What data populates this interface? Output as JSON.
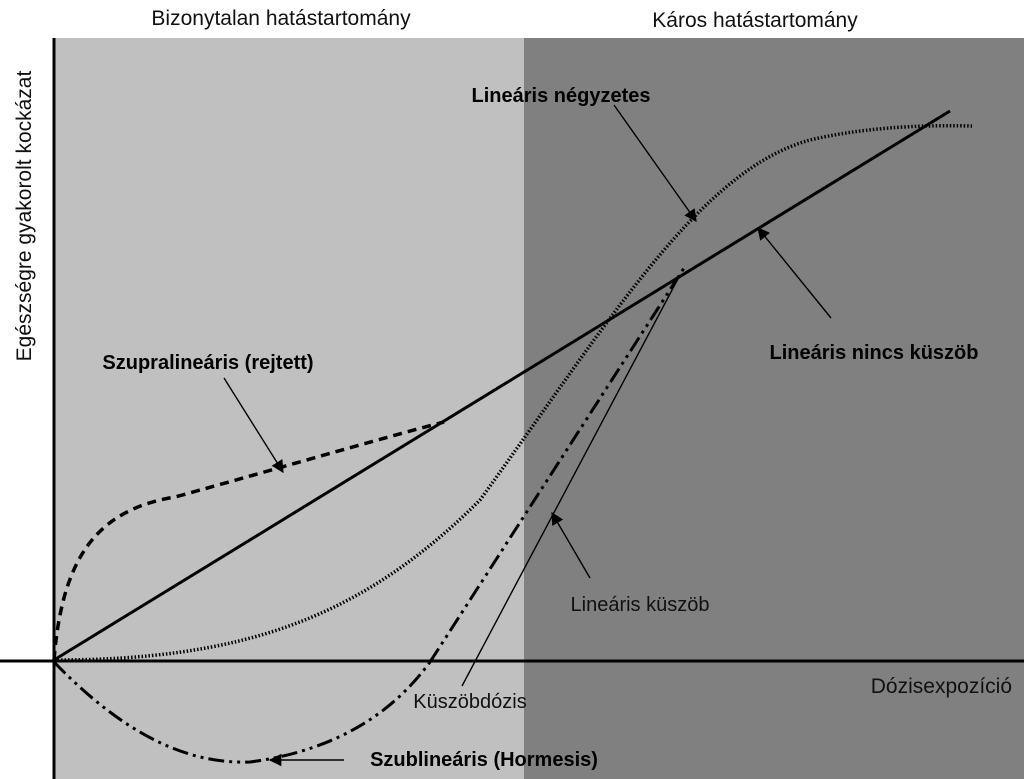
{
  "regions": {
    "uncertain": {
      "title": "Bizonytalan hatástartomány",
      "color": "#c0c0c0"
    },
    "harmful": {
      "title": "Káros hatástartomány",
      "color": "#808080"
    }
  },
  "axes": {
    "y_title": "Egészségre gyakorolt kockázat",
    "x_title": "Dózisexpozíció"
  },
  "curves": {
    "linear_quadratic": {
      "label": "Lineáris négyzetes"
    },
    "linear_no_threshold": {
      "label": "Lineáris nincs küszöb"
    },
    "supralinear": {
      "label": "Szupralineáris (rejtett)"
    },
    "linear_threshold": {
      "label": "Lineáris küszöb"
    },
    "threshold_dose": {
      "label": "Küszöbdózis"
    },
    "sublinear": {
      "label": "Szublineáris (Hormesis)"
    }
  }
}
